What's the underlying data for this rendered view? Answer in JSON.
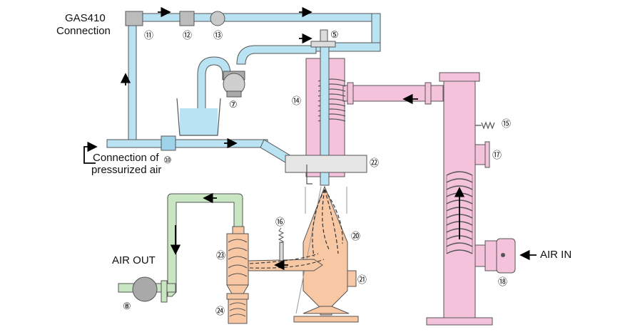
{
  "labels": {
    "gas_title": "GAS410",
    "gas_sub": "Connection",
    "pressurized_line1": "Connection of",
    "pressurized_line2": "pressurized air",
    "air_out": "AIR OUT",
    "air_in": "AIR IN"
  },
  "numbers": {
    "n5": "⑤",
    "n7": "⑦",
    "n8": "⑧",
    "n10": "⑩",
    "n11": "⑪",
    "n12": "⑫",
    "n13": "⑬",
    "n14": "⑭",
    "n15": "⑮",
    "n16": "⑯",
    "n17": "⑰",
    "n18": "⑱",
    "n20": "⑳",
    "n21": "㉑",
    "n22": "㉒",
    "n23": "㉓",
    "n24": "㉔"
  },
  "colors": {
    "pipe_blue": "#b9e3f3",
    "pipe_green": "#c9e6c3",
    "column_pink": "#f5c2dc",
    "chamber_tan": "#f8c8a4",
    "gray": "#b8b8b8"
  }
}
